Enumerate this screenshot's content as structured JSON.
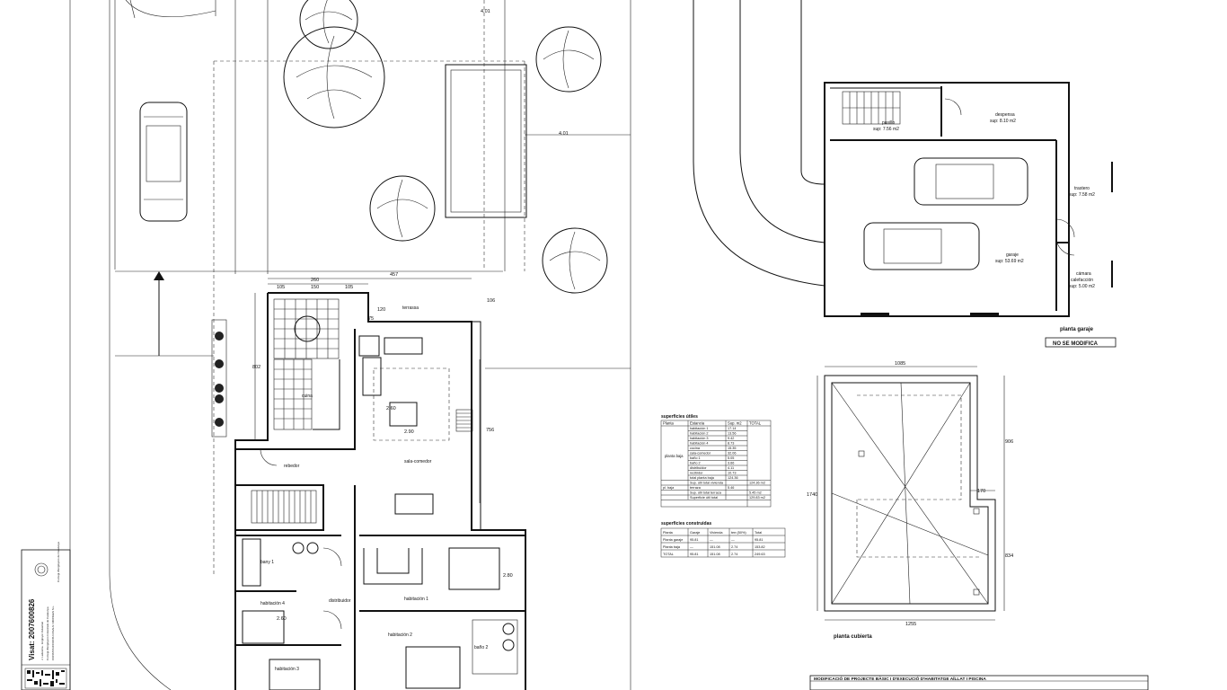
{
  "plan_ground": {
    "rooms": {
      "terrassa": "terrassa",
      "cuina": "cuina",
      "rebedor": "rebedor",
      "sala_menjador": "sala-comedor",
      "bany1": "bany 1",
      "habitacio4": "habitación 4",
      "distribuidor": "distribuidor",
      "habitacio1": "habitación 1",
      "habitacio2": "habitación 2",
      "bany2": "baño 2",
      "habitacio3": "habitación 3"
    },
    "dimensions": {
      "d1": "260",
      "d2": "457",
      "d3": "105",
      "d4": "150",
      "d5": "105",
      "d6": "802",
      "d7": "756",
      "d8": "106",
      "d9": "4.01",
      "d10": "4.01",
      "d11": "120",
      "d12": "75",
      "d13": "2.80",
      "d14": "2.60",
      "d15": "2.60",
      "d16": "2.90"
    }
  },
  "plan_garage": {
    "rooms": {
      "pasillo": "pasillo",
      "pasillo_area": "sup: 7.56 m2",
      "despensa": "despensa",
      "despensa_area": "sup: 8.10 m2",
      "trastero": "trastero",
      "trastero_area": "sup: 7.58 m2",
      "garaje": "garaje",
      "garaje_area": "sup: 53.69 m2",
      "camara": "cámara",
      "camara2": "calefacción",
      "camara_area": "sup: 5.00 m2"
    },
    "caption": "planta garaje",
    "badge": "NO SE MODIFICA"
  },
  "plan_roof": {
    "caption": "planta cubierta",
    "dimensions": {
      "top": "1085",
      "bottom": "1255",
      "left": "1740",
      "right_top": "906",
      "right_bottom": "834",
      "notch": "170"
    }
  },
  "table_useful": {
    "title": "superficies útiles",
    "headers": [
      "Planta",
      "Estancia",
      "Sup. m2",
      "TOTAL"
    ],
    "floor_label": "planta baja",
    "rows": [
      [
        "habitación 1",
        "17.14"
      ],
      [
        "habitación 2",
        "13.56"
      ],
      [
        "habitación 3",
        "9.42"
      ],
      [
        "habitación 4",
        "8.73"
      ],
      [
        "cocina",
        "15.35"
      ],
      [
        "sala-comedor",
        "32.06"
      ],
      [
        "baño 1",
        "5.05"
      ],
      [
        "baño 2",
        "3.66"
      ],
      [
        "distribuidor",
        "4.11"
      ],
      [
        "recibidor",
        "10.73"
      ]
    ],
    "total_rows": [
      [
        "",
        "total planta baja",
        "124.36",
        ""
      ],
      [
        "",
        "Sup. útil total vivienda",
        "",
        "124.36 m2"
      ],
      [
        "pl. baja",
        "terraza",
        "5.46",
        ""
      ],
      [
        "",
        "Sup. útil total terraza",
        "",
        "5.45 m2"
      ],
      [
        "",
        "Superficie útil total",
        "",
        "129.83 m2"
      ]
    ]
  },
  "table_built": {
    "title": "superficies construidas",
    "headers": [
      "Planta",
      "Garaje",
      "Vivienda",
      "terr.(50%)",
      "Total"
    ],
    "rows": [
      [
        "Planta garaje",
        "95.81",
        "—",
        "—",
        "95.81"
      ],
      [
        "Planta baja",
        "—",
        "151.08",
        "2.74",
        "153.82"
      ],
      [
        "TOTAL",
        "95.81",
        "151.08",
        "2.74",
        "249.63"
      ]
    ]
  },
  "stamp": {
    "visat": "Visat: 2007600826",
    "lines": [
      "J. Ledesma · Enginyer Industrial",
      "Col·legi d'Enginyers Industrials de Catalunya",
      "CONSTRUCCIONS CASALS I MONGES S.L."
    ],
    "college": "Col·legi d'Enginyers de Catalunya"
  },
  "title_block": "MODIFICACIÓ DE PROJECTE BÀSIC I D'EXECUCIÓ D'HABITATGE AÏLLAT I PISCINA"
}
